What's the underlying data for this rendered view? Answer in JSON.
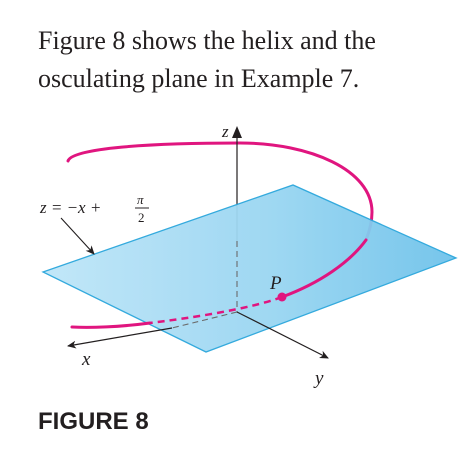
{
  "intro": {
    "line1": "Figure 8 shows the helix and the",
    "line2": "osculating plane in Example 7."
  },
  "figure": {
    "axis_z_label": "z",
    "axis_x_label": "x",
    "axis_y_label": "y",
    "point_label": "P",
    "plane_equation": {
      "lhs": "z = −x + ",
      "numerator": "π",
      "denominator": "2"
    },
    "colors": {
      "helix": "#e0157f",
      "plane": "#8fd0f0",
      "plane_edge": "#2aa6dc",
      "axes": "#231f20"
    }
  },
  "caption": {
    "label": "FIGURE 8"
  }
}
